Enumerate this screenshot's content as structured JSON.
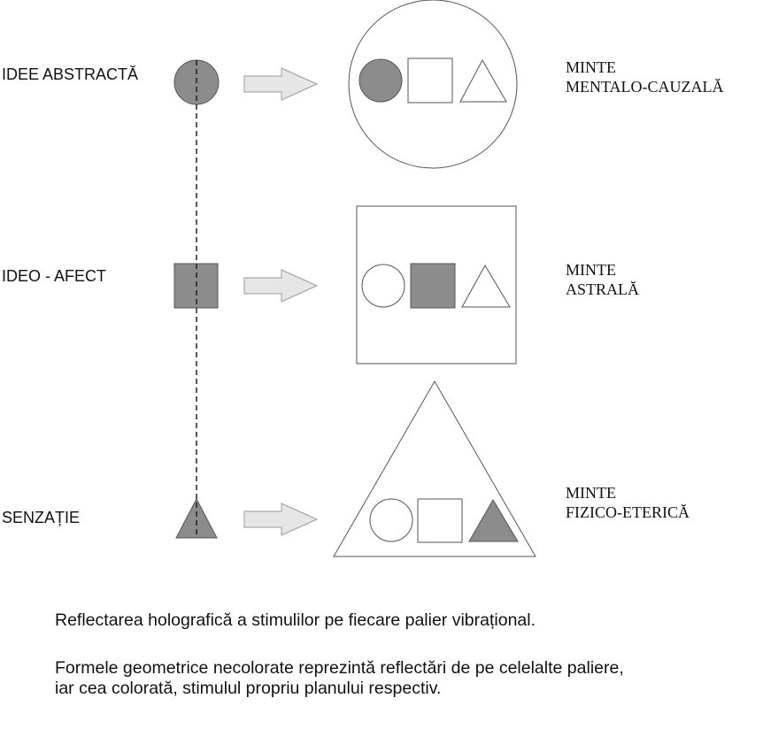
{
  "levels": [
    {
      "label": "IDEE ABSTRACTĂ",
      "mind_line1": "MINTE",
      "mind_line2": "MENTALO-CAUZALĂ"
    },
    {
      "label": "IDEO - AFECT",
      "mind_line1": "MINTE",
      "mind_line2": "ASTRALĂ"
    },
    {
      "label": "SENZAȚIE",
      "mind_line1": "MINTE",
      "mind_line2": "FIZICO-ETERICĂ"
    }
  ],
  "caption": {
    "line1": "Reflectarea holografică a stimulilor pe fiecare palier vibrațional.",
    "line2": "Formele geometrice necolorate reprezintă reflectări de pe celelalte paliere,",
    "line3": "iar cea colorată, stimulul propriu planului respectiv."
  },
  "colors": {
    "filled": "#8c8c8c",
    "arrow": "#e6e6e6",
    "stroke": "#555555"
  }
}
